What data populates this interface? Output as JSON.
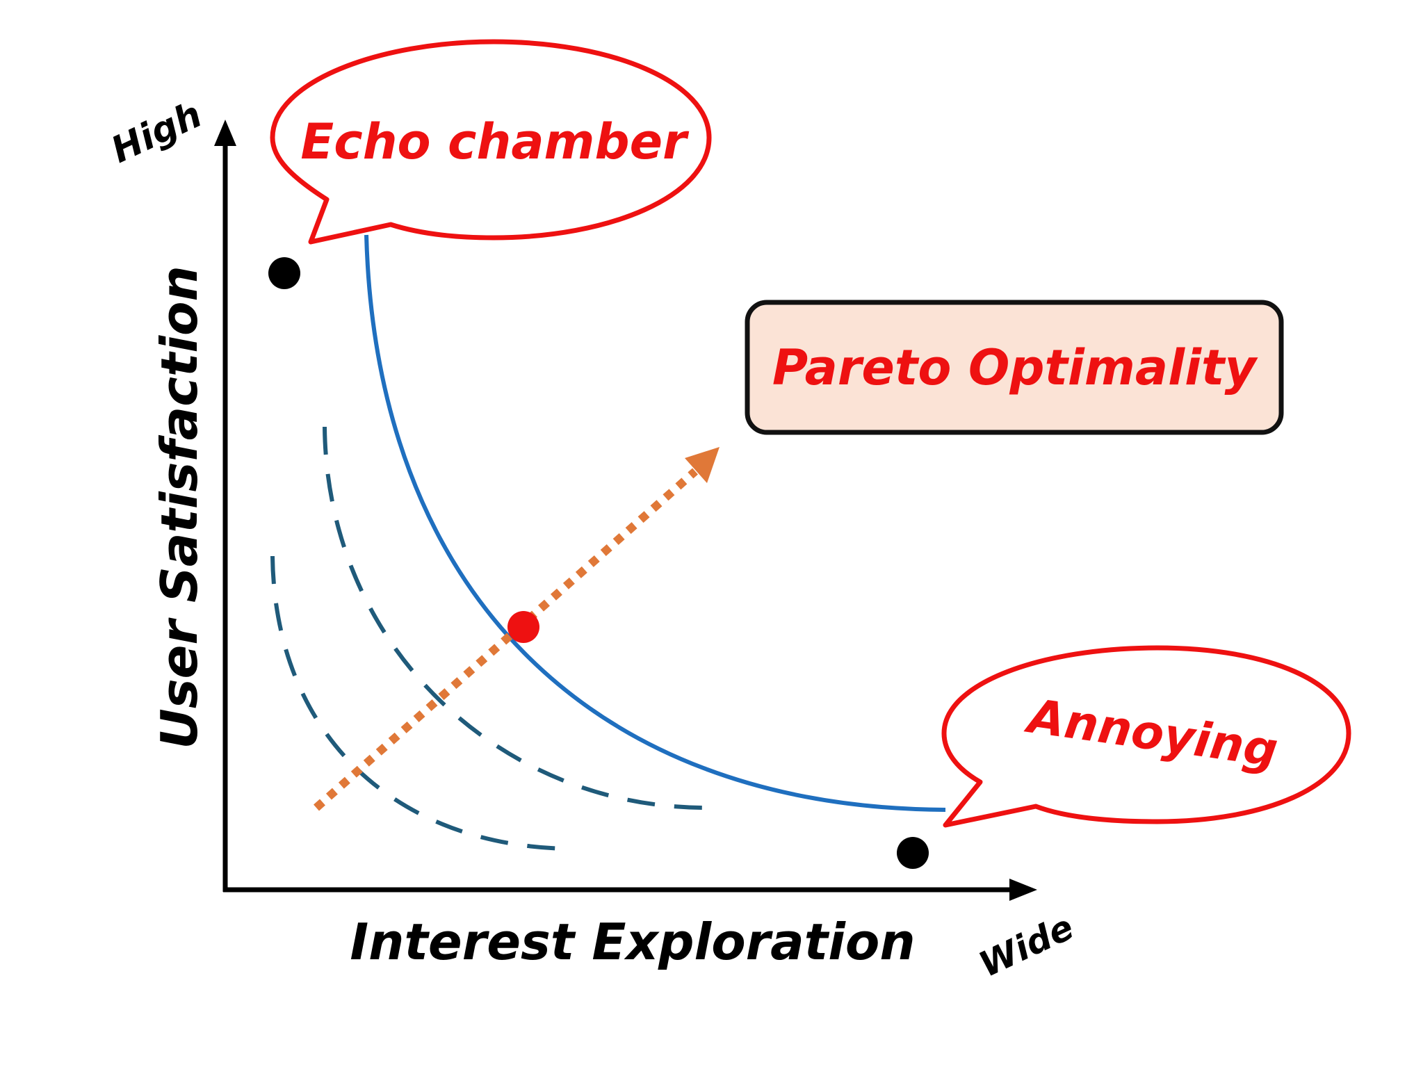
{
  "axes": {
    "x_title": "Interest Exploration",
    "x_end_label": "Wide",
    "y_title": "User Satisfaction",
    "y_end_label": "High"
  },
  "callouts": {
    "echo_chamber": "Echo chamber",
    "pareto_optimality": "Pareto Optimality",
    "annoying": "Annoying"
  },
  "colors": {
    "axis": "#000000",
    "frontier": "#1f6fbf",
    "dominated_curves": "#1f5a7a",
    "arrow": "#e07838",
    "callout_stroke": "#ee1111",
    "callout_text": "#ee1111",
    "pareto_box_fill": "#fbe3d6",
    "pareto_box_stroke": "#111111",
    "optimal_point": "#ee1111",
    "extreme_points": "#000000"
  }
}
